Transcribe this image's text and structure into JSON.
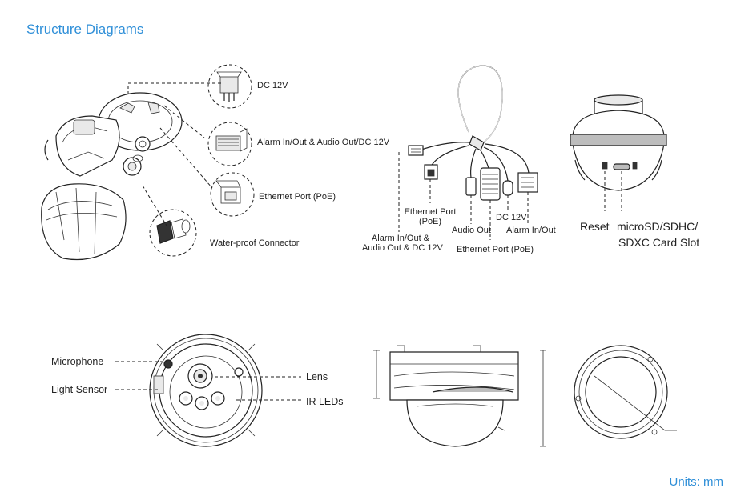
{
  "header": {
    "title": "Structure Diagrams"
  },
  "footer": {
    "units": "Units: mm"
  },
  "exploded_view": {
    "dc12v": "DC 12V",
    "alarm_audio": "Alarm In/Out & Audio Out/DC 12V",
    "ethernet": "Ethernet Port (PoE)",
    "waterproof": "Water-proof Connector"
  },
  "cable_view": {
    "ethernet_l1": "Ethernet Port",
    "ethernet_l2": "(PoE)",
    "alarm_l1": "Alarm In/Out &",
    "alarm_l2": "Audio Out & DC 12V",
    "audio_out": "Audio Out",
    "dc12v": "DC 12V",
    "alarm_inout": "Alarm In/Out",
    "ethernet_poe": "Ethernet Port (PoE)"
  },
  "slot_view": {
    "reset": "Reset",
    "card_l1": "microSD/SDHC/",
    "card_l2": "SDXC Card Slot"
  },
  "front_view": {
    "microphone": "Microphone",
    "light_sensor": "Light Sensor",
    "lens": "Lens",
    "ir_leds": "IR LEDs"
  }
}
